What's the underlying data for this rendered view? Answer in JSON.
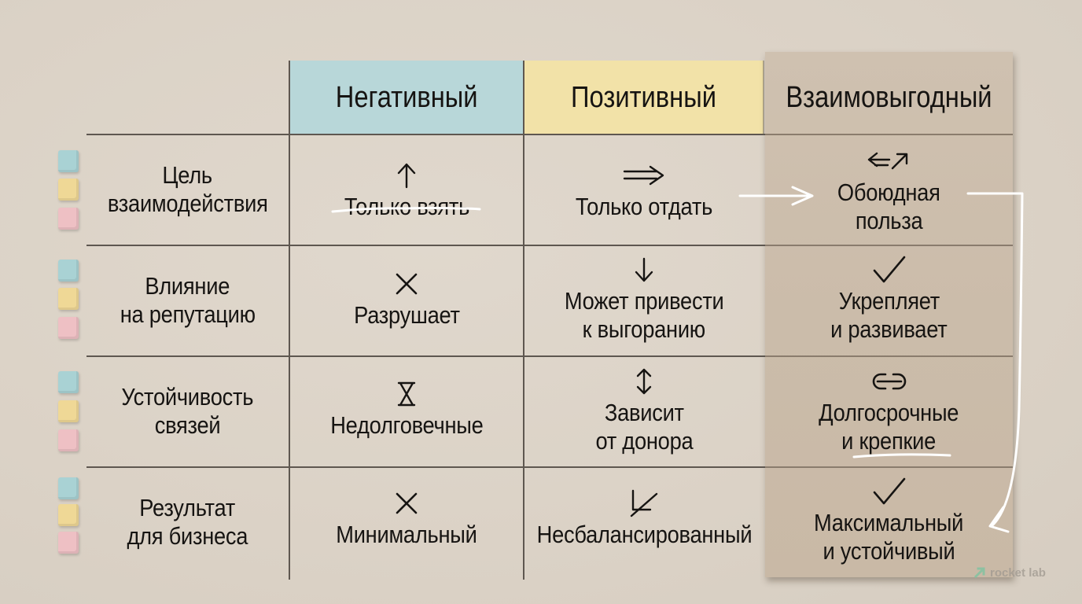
{
  "columns": {
    "negative": "Негативный",
    "positive": "Позитивный",
    "mutual": "Взаимовыгодный"
  },
  "colors": {
    "background": "#ddd4c9",
    "negative_header": "#b8d7d9",
    "positive_header": "#f2e2a8",
    "mutual_panel": "#cbbcaa",
    "cube_blue": "#a9d2d4",
    "cube_yellow": "#efd896",
    "cube_pink": "#eec0c4",
    "highlight_stroke": "#ffffff"
  },
  "rows": [
    {
      "label_line1": "Цель",
      "label_line2": "взаимодействия",
      "negative": {
        "icon": "arrow-up-icon",
        "line1": "Только взять",
        "line2": ""
      },
      "positive": {
        "icon": "double-arrow-right-icon",
        "line1": "Только отдать",
        "line2": ""
      },
      "mutual": {
        "icon": "exchange-arrows-icon",
        "line1": "Обоюдная",
        "line2": "польза"
      }
    },
    {
      "label_line1": "Влияние",
      "label_line2": "на репутацию",
      "negative": {
        "icon": "cross-icon",
        "line1": "Разрушает",
        "line2": ""
      },
      "positive": {
        "icon": "arrow-down-icon",
        "line1": "Может привести",
        "line2": "к выгоранию"
      },
      "mutual": {
        "icon": "checkmark-icon",
        "line1": "Укрепляет",
        "line2": "и развивает"
      }
    },
    {
      "label_line1": "Устойчивость",
      "label_line2": "связей",
      "negative": {
        "icon": "hourglass-icon",
        "line1": "Недолговечные",
        "line2": ""
      },
      "positive": {
        "icon": "up-down-arrow-icon",
        "line1": "Зависит",
        "line2": "от донора"
      },
      "mutual": {
        "icon": "link-icon",
        "line1": "Долгосрочные",
        "line2": "и крепкие"
      }
    },
    {
      "label_line1": "Результат",
      "label_line2": "для бизнеса",
      "negative": {
        "icon": "cross-icon",
        "line1": "Минимальный",
        "line2": ""
      },
      "positive": {
        "icon": "unbalanced-angle-icon",
        "line1": "Несбалансированный",
        "line2": ""
      },
      "mutual": {
        "icon": "checkmark-icon",
        "line1": "Максимальный",
        "line2": "и устойчивый"
      }
    }
  ],
  "watermark": {
    "text": "rocket lab",
    "icon": "rocket-lab-logo-icon"
  }
}
